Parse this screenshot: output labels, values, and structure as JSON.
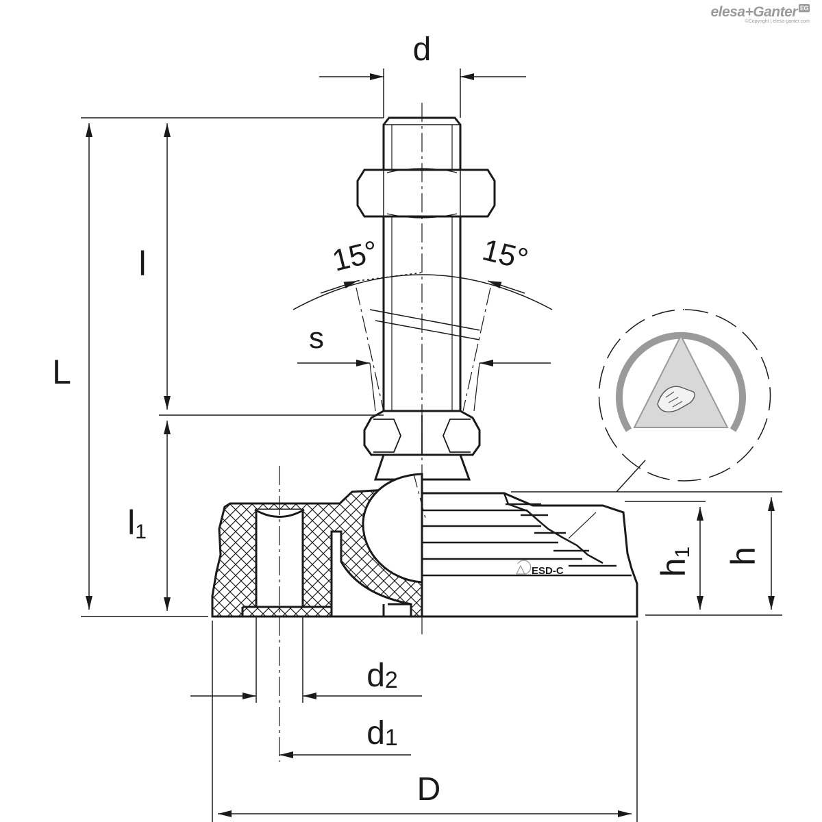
{
  "brand": {
    "name": "elesa+Ganter",
    "badge": "EG",
    "copyright": "©Copyright | elesa-ganter.com"
  },
  "dimensions": {
    "d": "d",
    "L": "L",
    "l": "l",
    "l1_main": "l",
    "l1_sub": "1",
    "s": "s",
    "angle_left": "15°",
    "angle_right": "15°",
    "h": "h",
    "h1_main": "h",
    "h1_sub": "1",
    "d2_main": "d",
    "d2_sub": "2",
    "d1_main": "d",
    "d1_sub": "1",
    "D": "D"
  },
  "marking": {
    "esd_label": "ESD-C"
  },
  "colors": {
    "line": "#1a1a1a",
    "symbol": "#9a9a9a"
  }
}
